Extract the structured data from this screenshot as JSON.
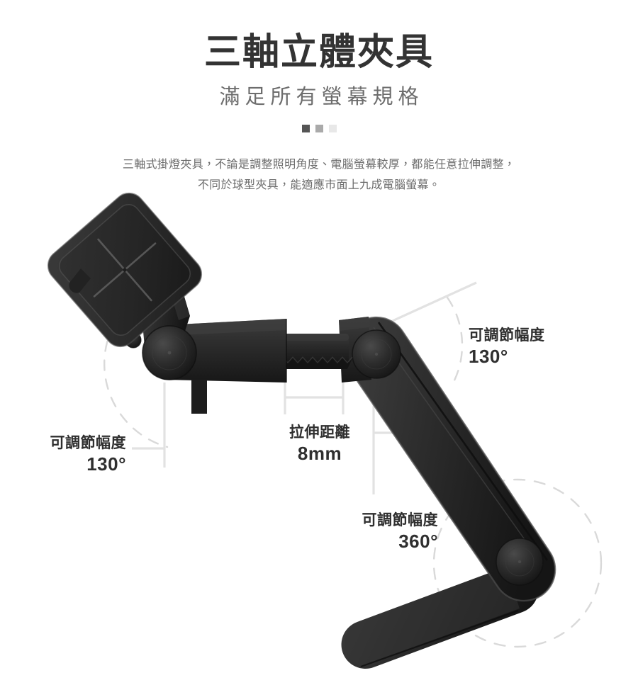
{
  "header": {
    "title": "三軸立體夾具",
    "subtitle": "滿足所有螢幕規格",
    "dots": [
      {
        "name": "dot-1",
        "color": "#555555"
      },
      {
        "name": "dot-2",
        "color": "#aaaaaa"
      },
      {
        "name": "dot-3",
        "color": "#e8e8e8"
      }
    ]
  },
  "description": {
    "line1": "三軸式掛燈夾具，不論是調整照明角度、電腦螢幕較厚，都能任意拉伸調整，",
    "line2": "不同於球型夾具，能適應市面上九成電腦螢幕。"
  },
  "callouts": {
    "right_130": {
      "title": "可調節幅度",
      "value": "130°"
    },
    "left_130": {
      "title": "可調節幅度",
      "value": "130°"
    },
    "stretch": {
      "title": "拉伸距離",
      "value": "8mm"
    },
    "rotate_360": {
      "title": "可調節幅度",
      "value": "360°"
    }
  },
  "illustration": {
    "name": "three-axis-clamp-diagram",
    "parts": {
      "clamp_pad": "clamp-head-pad",
      "upper_joint": "upper-pivot-joint",
      "telescoping_arm": "telescoping-rack-arm",
      "middle_joint": "middle-pivot-joint",
      "lower_arm": "lower-arm",
      "base_joint": "base-rotation-joint",
      "base_arm": "base-arm"
    },
    "guides": {
      "arc_left": "dashed-arc-left-130",
      "arc_right": "dashed-arc-right-130",
      "circle_bottom": "dashed-circle-360",
      "dimension_line": "dimension-line-8mm",
      "angle_ray": "angle-reference-ray"
    }
  },
  "colors": {
    "background": "#ffffff",
    "title_text": "#333333",
    "subtitle_text": "#6d6d6d",
    "body_text": "#6b6b6b",
    "callout_text": "#2f2f2f",
    "product_dark": "#2e2e2e",
    "product_darker": "#1b1b1b",
    "guide_gray": "#d8d8d8",
    "leader_gray": "#e0e0e0"
  }
}
